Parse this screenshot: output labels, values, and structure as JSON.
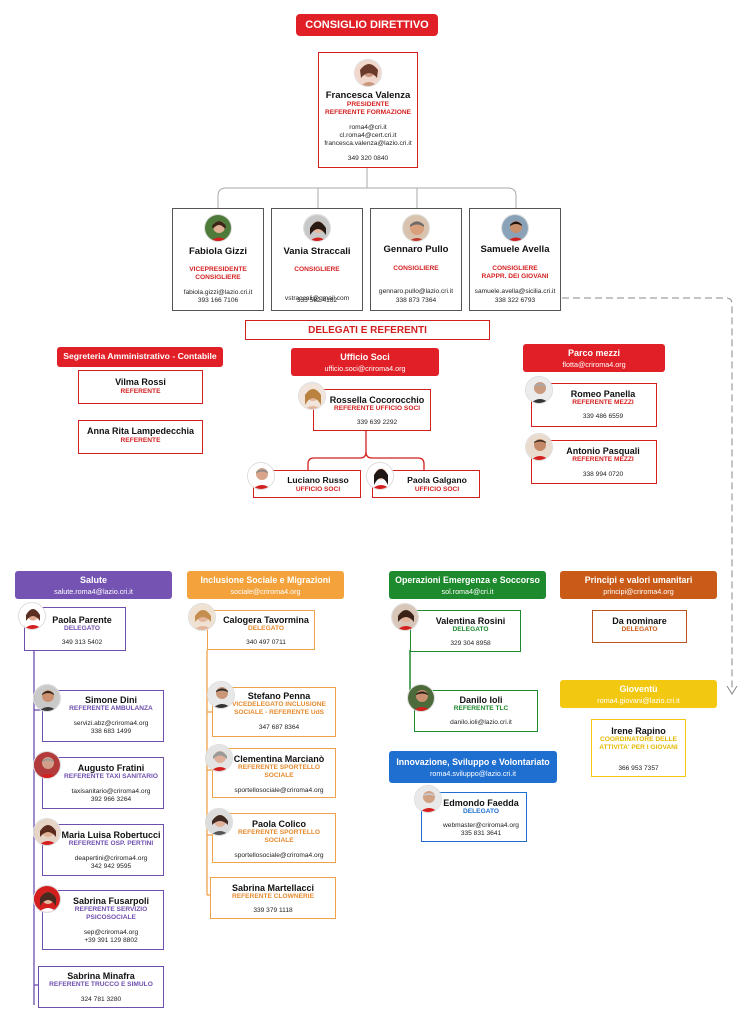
{
  "colors": {
    "red": "#d41f1f",
    "purple": "#6e4fae",
    "orange": "#f4a33c",
    "green": "#1e8a2e",
    "brown": "#c95a17",
    "blue": "#1f6fd0",
    "yellow": "#f2c811"
  },
  "title": "CONSIGLIO DIRETTIVO",
  "president": {
    "name": "Francesca Valenza",
    "role1": "PRESIDENTE",
    "role2": "REFERENTE FORMAZIONE",
    "email1": "roma4@cri.it",
    "email2": "cl.roma4@cert.cri.it",
    "email3": "francesca.valenza@lazio.cri.it",
    "phone": "349 320 0840"
  },
  "council": [
    {
      "name": "Fabiola Gizzi",
      "role1": "VICEPRESIDENTE",
      "role2": "CONSIGLIERE",
      "email": "fabiola.gizzi@lazio.cri.it",
      "phone": "393 166 7106"
    },
    {
      "name": "Vania Straccali",
      "role1": "CONSIGLIERE",
      "role2": "",
      "email": "vstraccali@gmail.com",
      "phone": "335 582 4182"
    },
    {
      "name": "Gennaro Pullo",
      "role1": "CONSIGLIERE",
      "role2": "",
      "email": "gennaro.pullo@lazio.cri.it",
      "phone": "338 873 7364"
    },
    {
      "name": "Samuele Avella",
      "role1": "CONSIGLIERE",
      "role2": "RAPPR. DEI GIOVANI",
      "email": "samuele.avella@sicilia.cri.it",
      "phone": "338 322 6793"
    }
  ],
  "delegates_title": "DELEGATI E REFERENTI",
  "segreteria": {
    "title": "Segreteria Amministrativo - Contabile",
    "people": [
      {
        "name": "Vilma Rossi",
        "role": "REFERENTE"
      },
      {
        "name": "Anna Rita Lampedecchia",
        "role": "REFERENTE"
      }
    ]
  },
  "ufficio_soci": {
    "title": "Ufficio Soci",
    "email": "ufficio.soci@criroma4.org",
    "lead": {
      "name": "Rossella Cocorocchio",
      "role": "REFERENTE UFFICIO SOCI",
      "phone": "339 639 2292"
    },
    "members": [
      {
        "name": "Luciano Russo",
        "role": "UFFICIO SOCI"
      },
      {
        "name": "Paola Galgano",
        "role": "UFFICIO SOCI"
      }
    ]
  },
  "parco_mezzi": {
    "title": "Parco mezzi",
    "email": "flotta@criroma4.org",
    "people": [
      {
        "name": "Romeo Panella",
        "role": "REFERENTE MEZZI",
        "phone": "339 486 6559"
      },
      {
        "name": "Antonio Pasquali",
        "role": "REFERENTE MEZZI",
        "phone": "338 994 0720"
      }
    ]
  },
  "salute": {
    "title": "Salute",
    "email": "salute.roma4@lazio.cri.it",
    "lead": {
      "name": "Paola Parente",
      "role": "DELEGATO",
      "phone": "349 313 5402"
    },
    "people": [
      {
        "name": "Simone Dini",
        "role1": "REFERENTE AMBULANZA",
        "role2": "",
        "email": "servizi.abz@criroma4.org",
        "phone": "338 683 1499"
      },
      {
        "name": "Augusto Fratini",
        "role1": "REFERENTE TAXI SANITARIO",
        "role2": "",
        "email": "taxisanitario@criroma4.org",
        "phone": "392 966 3264"
      },
      {
        "name": "Maria Luisa Robertucci",
        "role1": "REFERENTE OSP. PERTINI",
        "role2": "",
        "email": "deapertini@criroma4.org",
        "phone": "342 942 9595"
      },
      {
        "name": "Sabrina Fusarpoli",
        "role1": "REFERENTE SERVIZIO",
        "role2": "PSICOSOCIALE",
        "email": "sep@criroma4.org",
        "phone": "+39 391 129 8802"
      },
      {
        "name": "Sabrina Minafra",
        "role1": "REFERENTE TRUCCO E SIMULO",
        "role2": "",
        "email": "",
        "phone": "324 781 3280"
      }
    ]
  },
  "inclusione": {
    "title": "Inclusione Sociale e Migrazioni",
    "email": "sociale@criroma4.org",
    "lead": {
      "name": "Calogera Tavormina",
      "role": "DELEGATO",
      "phone": "340 497 0711"
    },
    "people": [
      {
        "name": "Stefano Penna",
        "role1": "VICEDELEGATO INCLUSIONE",
        "role2": "SOCIALE - REFERENTE UdS",
        "email": "",
        "phone": "347 687 8364"
      },
      {
        "name": "Clementina Marcianò",
        "role1": "REFERENTE SPORTELLO",
        "role2": "SOCIALE",
        "email": "sportellosociale@criroma4.org",
        "phone": ""
      },
      {
        "name": "Paola Colico",
        "role1": "REFERENTE SPORTELLO",
        "role2": "SOCIALE",
        "email": "sportellosociale@criroma4.org",
        "phone": ""
      },
      {
        "name": "Sabrina Martellacci",
        "role1": "REFERENTE CLOWNERIE",
        "role2": "",
        "email": "",
        "phone": "339 379 1118"
      }
    ]
  },
  "emergenza": {
    "title": "Operazioni Emergenza e Soccorso",
    "email": "sol.roma4@cri.it",
    "lead": {
      "name": "Valentina Rosini",
      "role": "DELEGATO",
      "phone": "329 304 8958"
    },
    "people": [
      {
        "name": "Danilo Ioli",
        "role": "REFERENTE TLC",
        "email": "danilo.ioli@lazio.cri.it"
      }
    ]
  },
  "innovazione": {
    "title": "Innovazione, Sviluppo e Volontariato",
    "email": "roma4.sviluppo@lazio.cri.it",
    "lead": {
      "name": "Edmondo Faedda",
      "role": "DELEGATO",
      "email": "webmaster@criroma4.org",
      "phone": "335 831 3641"
    }
  },
  "principi": {
    "title": "Principi e valori umanitari",
    "email": "principi@criroma4.org",
    "lead": {
      "name": "Da nominare",
      "role": "DELEGATO"
    }
  },
  "gioventu": {
    "title": "Gioventù",
    "email": "roma4.giovani@lazio.cri.it",
    "lead": {
      "name": "Irene Rapino",
      "role1": "COORDINATORE DELLE",
      "role2": "ATTIVITA' PER I GIOVANI",
      "phone": "366 953 7357"
    }
  }
}
